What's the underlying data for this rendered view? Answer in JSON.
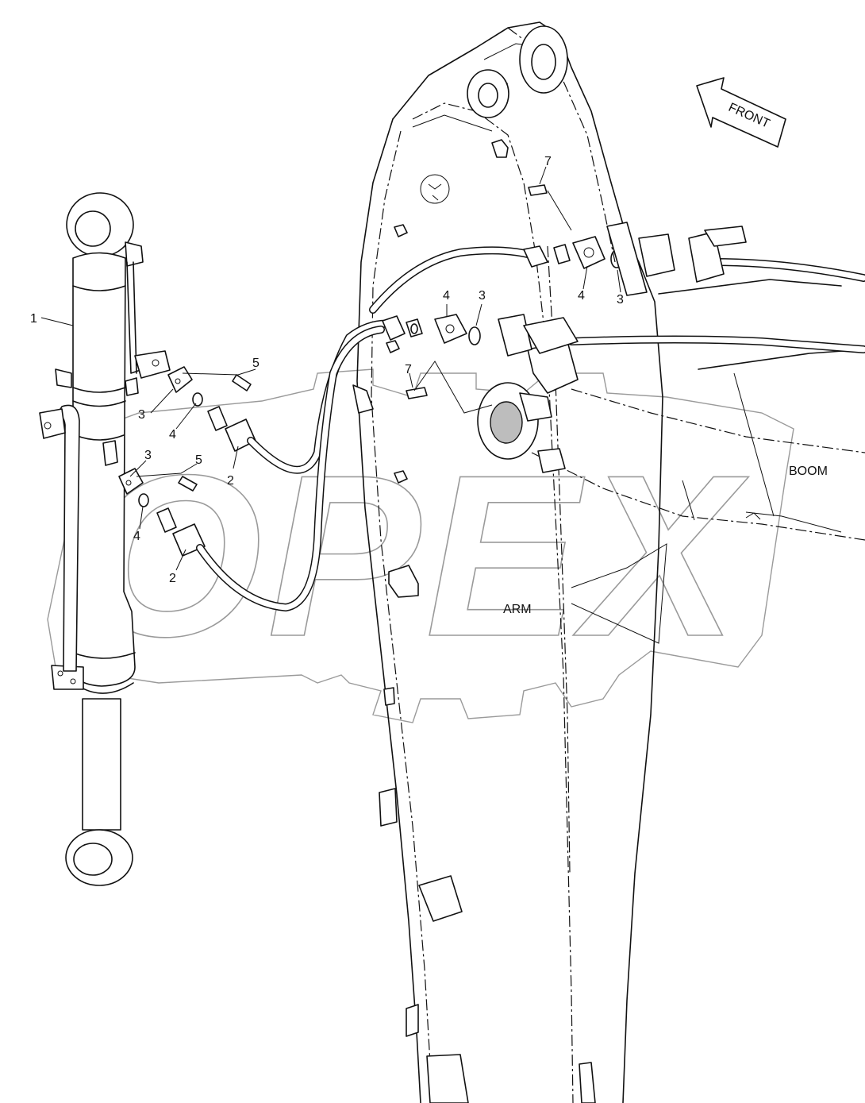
{
  "diagram": {
    "front_label": "FRONT",
    "zone_labels": {
      "boom": "BOOM",
      "arm": "ARM"
    },
    "watermark": "OPEX",
    "part_callouts": [
      {
        "id": "callout-1",
        "text": "1"
      },
      {
        "id": "callout-2-upper",
        "text": "2"
      },
      {
        "id": "callout-2-lower",
        "text": "2"
      },
      {
        "id": "callout-3-a",
        "text": "3"
      },
      {
        "id": "callout-3-b",
        "text": "3"
      },
      {
        "id": "callout-3-c",
        "text": "3"
      },
      {
        "id": "callout-3-d",
        "text": "3"
      },
      {
        "id": "callout-4-a",
        "text": "4"
      },
      {
        "id": "callout-4-b",
        "text": "4"
      },
      {
        "id": "callout-4-c",
        "text": "4"
      },
      {
        "id": "callout-4-d",
        "text": "4"
      },
      {
        "id": "callout-5-a",
        "text": "5"
      },
      {
        "id": "callout-5-b",
        "text": "5"
      },
      {
        "id": "callout-7-a",
        "text": "7"
      },
      {
        "id": "callout-7-b",
        "text": "7"
      }
    ],
    "colors": {
      "line": "#111111",
      "background": "#ffffff",
      "watermark": "#9a9a9a",
      "shade": "#bdbdbd"
    }
  }
}
